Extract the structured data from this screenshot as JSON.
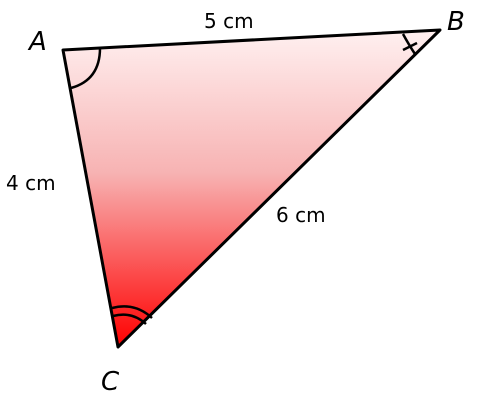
{
  "diagram": {
    "vertices": {
      "a": "A",
      "b": "B",
      "c": "C"
    },
    "sides": {
      "ab": "5 cm",
      "ac": "4 cm",
      "bc": "6 cm"
    },
    "colors": {
      "fill_light": "#fff0f0",
      "fill_dark": "#ff0000",
      "stroke": "#000000"
    }
  }
}
